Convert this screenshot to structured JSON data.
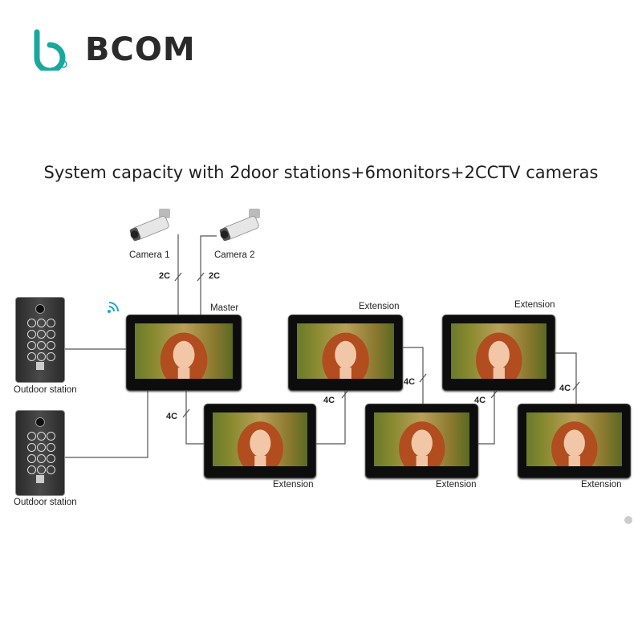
{
  "brand": {
    "name": "BCOM",
    "color": "#1aa7a0"
  },
  "title": "System capacity with 2door stations+6monitors+2CCTV cameras",
  "cameras": [
    {
      "label": "Camera 1",
      "cable": "2C"
    },
    {
      "label": "Camera 2",
      "cable": "2C"
    }
  ],
  "master": {
    "label": "Master"
  },
  "extensions": [
    {
      "label": "Extension"
    },
    {
      "label": "Extension"
    },
    {
      "label": "Extension"
    },
    {
      "label": "Extension"
    },
    {
      "label": "Extension"
    }
  ],
  "stations": [
    {
      "label": "Outdoor station"
    },
    {
      "label": "Outdoor station"
    }
  ],
  "cables": {
    "c4_a": "4C",
    "c4_b": "4C",
    "c4_c": "4C",
    "c4_d": "4C",
    "c4_e": "4C"
  },
  "icons": {
    "wifi": "wifi-icon",
    "logo": "bcom-logo-icon"
  },
  "colors": {
    "bezel": "#0d0d0d",
    "wire": "#555555"
  }
}
